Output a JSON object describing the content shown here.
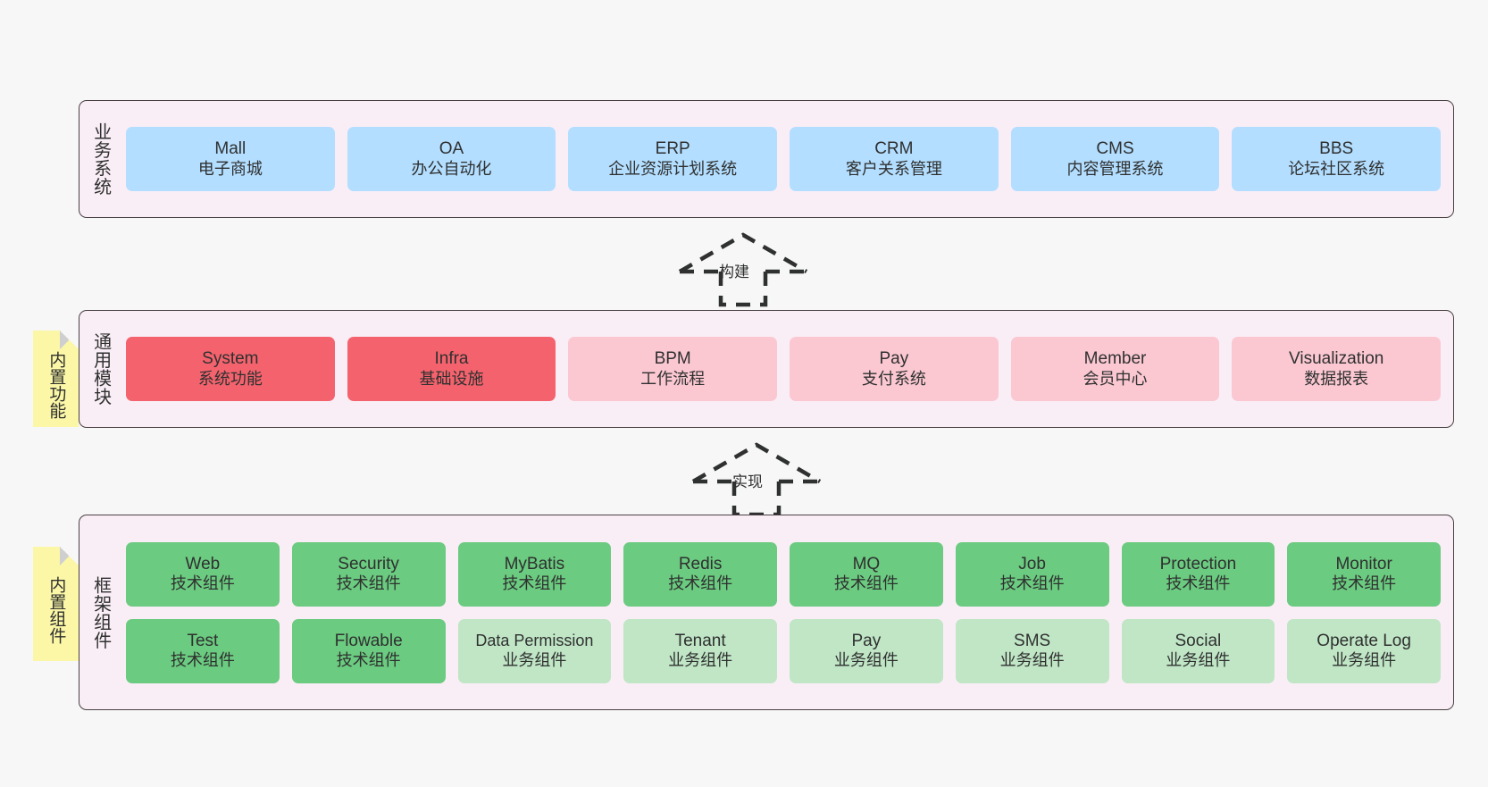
{
  "diagram": {
    "background": "#f7f7f7",
    "panel_fill": "#faeef6",
    "panel_border": "#4a4043"
  },
  "layers": [
    {
      "id": "business",
      "title": "业务系统",
      "box_color": "#b3deff",
      "rows": [
        [
          {
            "en": "Mall",
            "cn": "电子商城"
          },
          {
            "en": "OA",
            "cn": "办公自动化"
          },
          {
            "en": "ERP",
            "cn": "企业资源计划系统"
          },
          {
            "en": "CRM",
            "cn": "客户关系管理"
          },
          {
            "en": "CMS",
            "cn": "内容管理系统"
          },
          {
            "en": "BBS",
            "cn": "论坛社区系统"
          }
        ]
      ]
    },
    {
      "id": "modules",
      "title": "通用模块",
      "note": "内置功能",
      "box_color_primary": "#f4636d",
      "box_color_secondary": "#fbc8d2",
      "rows": [
        [
          {
            "en": "System",
            "cn": "系统功能",
            "style": "red-strong"
          },
          {
            "en": "Infra",
            "cn": "基础设施",
            "style": "red-strong"
          },
          {
            "en": "BPM",
            "cn": "工作流程",
            "style": "pink-soft"
          },
          {
            "en": "Pay",
            "cn": "支付系统",
            "style": "pink-soft"
          },
          {
            "en": "Member",
            "cn": "会员中心",
            "style": "pink-soft"
          },
          {
            "en": "Visualization",
            "cn": "数据报表",
            "style": "pink-soft"
          }
        ]
      ]
    },
    {
      "id": "framework",
      "title": "框架组件",
      "note": "内置组件",
      "box_color_primary": "#6bcb80",
      "box_color_secondary": "#c0e6c6",
      "rows": [
        [
          {
            "en": "Web",
            "cn": "技术组件",
            "style": "green-strong"
          },
          {
            "en": "Security",
            "cn": "技术组件",
            "style": "green-strong"
          },
          {
            "en": "MyBatis",
            "cn": "技术组件",
            "style": "green-strong"
          },
          {
            "en": "Redis",
            "cn": "技术组件",
            "style": "green-strong"
          },
          {
            "en": "MQ",
            "cn": "技术组件",
            "style": "green-strong"
          },
          {
            "en": "Job",
            "cn": "技术组件",
            "style": "green-strong"
          },
          {
            "en": "Protection",
            "cn": "技术组件",
            "style": "green-strong"
          },
          {
            "en": "Monitor",
            "cn": "技术组件",
            "style": "green-strong"
          }
        ],
        [
          {
            "en": "Test",
            "cn": "技术组件",
            "style": "green-strong"
          },
          {
            "en": "Flowable",
            "cn": "技术组件",
            "style": "green-strong"
          },
          {
            "en": "Data Permission",
            "cn": "业务组件",
            "style": "green-soft"
          },
          {
            "en": "Tenant",
            "cn": "业务组件",
            "style": "green-soft"
          },
          {
            "en": "Pay",
            "cn": "业务组件",
            "style": "green-soft"
          },
          {
            "en": "SMS",
            "cn": "业务组件",
            "style": "green-soft"
          },
          {
            "en": "Social",
            "cn": "业务组件",
            "style": "green-soft"
          },
          {
            "en": "Operate Log",
            "cn": "业务组件",
            "style": "green-soft"
          }
        ]
      ]
    }
  ],
  "arrows": [
    {
      "id": "build",
      "label": "构建"
    },
    {
      "id": "impl",
      "label": "实现"
    }
  ]
}
